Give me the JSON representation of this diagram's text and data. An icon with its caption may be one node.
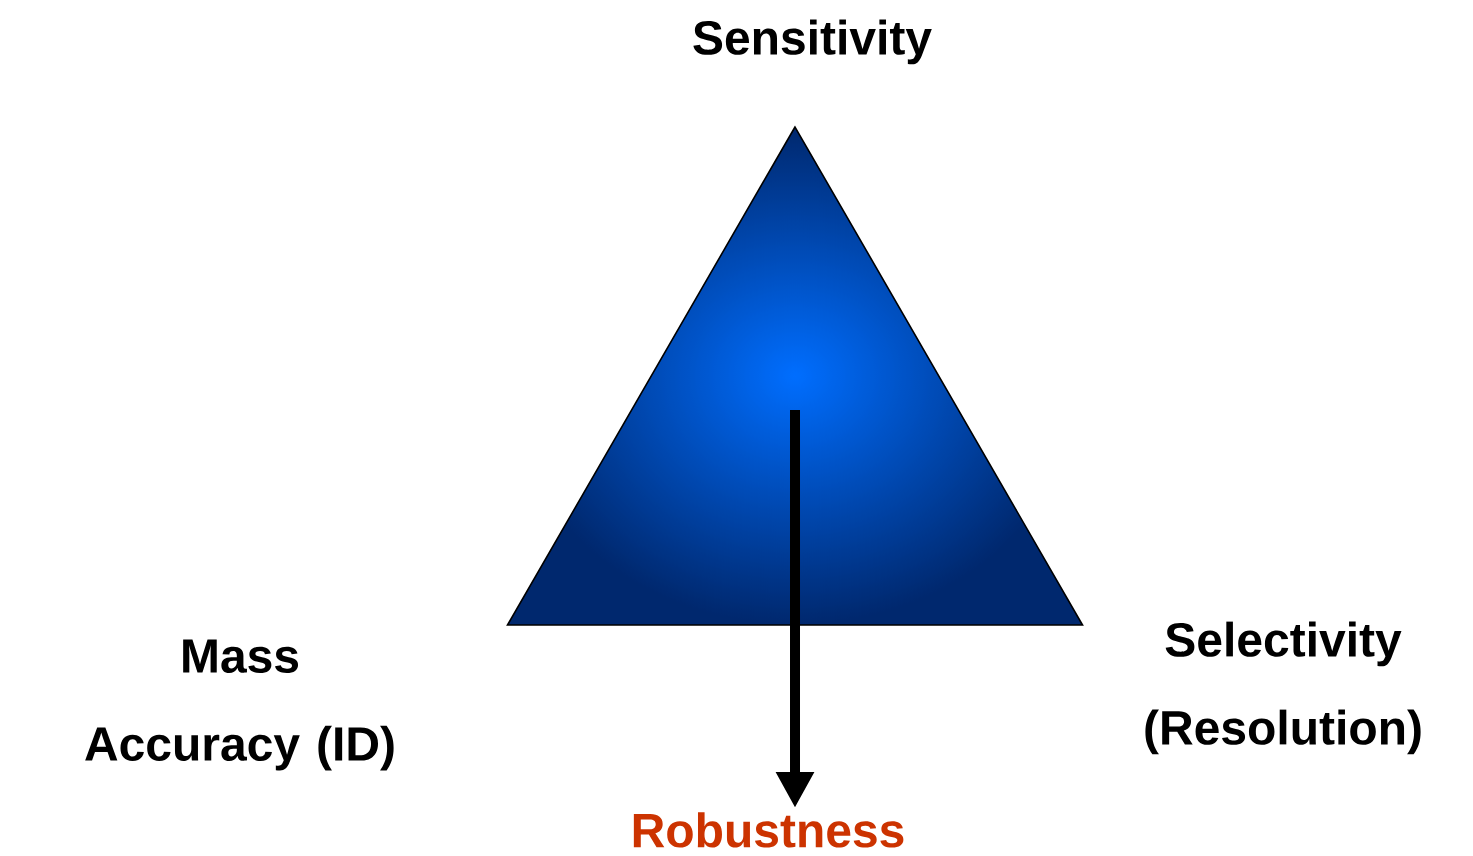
{
  "diagram": {
    "nodes": [
      {
        "text": [],
        "shape": "triangle"
      },
      {
        "text": [
          "Robustness"
        ]
      }
    ],
    "edges": [
      {
        "from": 0,
        "to": 1,
        "arrow": "to"
      }
    ],
    "labels": [
      "Sensitivity",
      "Mass Accuracy (ID)",
      "Selectivity (Resolution)"
    ]
  }
}
